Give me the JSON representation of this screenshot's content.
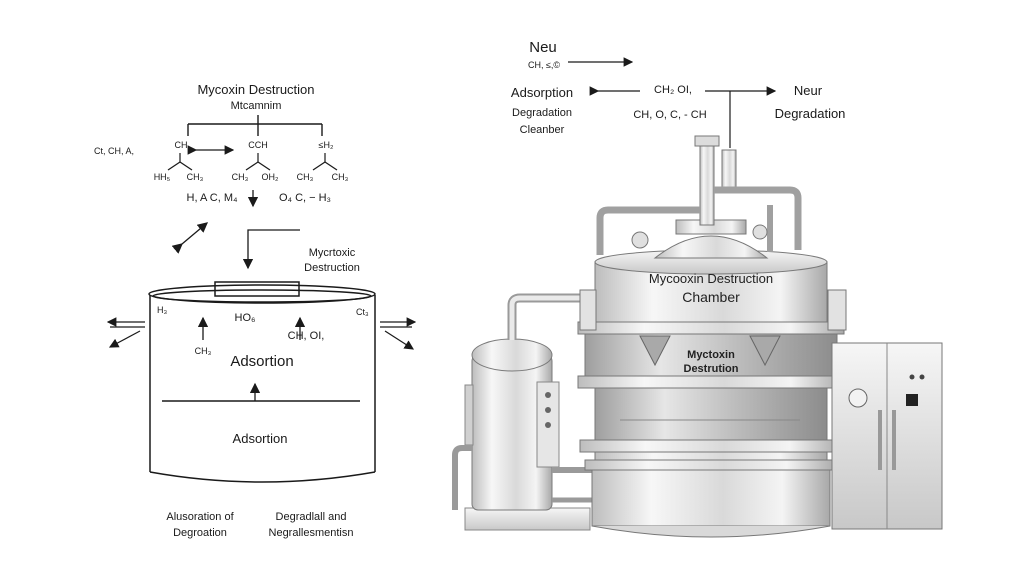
{
  "left": {
    "title": "Mycoxin Destruction",
    "subtitle": "Mtcamnim",
    "row1": [
      "Ct, CH, A,",
      "CH",
      "CCH",
      "≤H₂"
    ],
    "row2": [
      "HH₅",
      "CH₃",
      "CH₃",
      "OH₂",
      "CH₃",
      "CH₃"
    ],
    "row3": [
      "H, A C, M₄",
      "O₄ C, − H₃"
    ],
    "mycotoxic": [
      "Mycrtoxic",
      "Destruction"
    ],
    "tank_top_labels": [
      "H₃",
      "HO₆",
      "CH, OI,",
      "Ct₃",
      "CH₃"
    ],
    "tank_main_label": "Adsortion",
    "tank_lower_label": "Adsortion",
    "bottom_left": [
      "Alusoration of",
      "Degroation"
    ],
    "bottom_right": [
      "Degradlall and",
      "Negrallesmentisn"
    ]
  },
  "right": {
    "neu": "Neu",
    "neu_sub": "CH, ≤,©",
    "adsorption": "Adsorption",
    "degradation_chamber": [
      "Degradation",
      "Cleanber"
    ],
    "center_formula": [
      "CH₂ OI,",
      "CH, O, C, - CH"
    ],
    "neur": "Neur",
    "neur_degradation": "Degradation",
    "chamber_label": [
      "Mycooxin Destruction",
      "Chamber"
    ],
    "window_label": [
      "Myctoxin",
      "Destrution"
    ]
  },
  "colors": {
    "ink": "#1a1a1a",
    "steel_light": "#f2f2f2",
    "steel_dark": "#8a8a8a",
    "glass": "#cfcfcf"
  }
}
